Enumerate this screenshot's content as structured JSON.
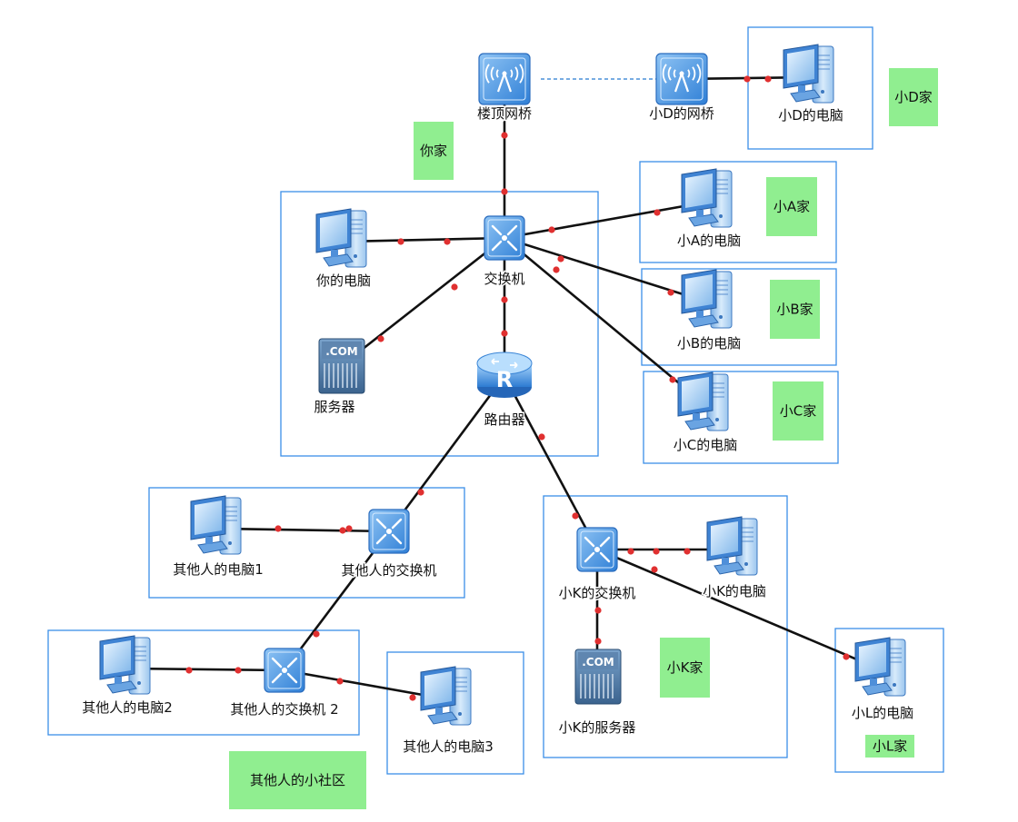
{
  "colors": {
    "box_border": "#3b8ee8",
    "tag_fill": "#90ee90",
    "link": "#111111",
    "dot": "#e03030",
    "wireless": "#4a90d9"
  },
  "nodes": [
    {
      "id": "bridge_top",
      "type": "bridge",
      "label": "楼顶网桥"
    },
    {
      "id": "bridge_d",
      "type": "bridge",
      "label": "小D的网桥"
    },
    {
      "id": "pc_d",
      "type": "pc",
      "label": "小D的电脑"
    },
    {
      "id": "switch_main",
      "type": "switch",
      "label": "交换机"
    },
    {
      "id": "pc_you",
      "type": "pc",
      "label": "你的电脑"
    },
    {
      "id": "server_main",
      "type": "server",
      "label": "服务器"
    },
    {
      "id": "router",
      "type": "router",
      "label": "路由器"
    },
    {
      "id": "pc_a",
      "type": "pc",
      "label": "小A的电脑"
    },
    {
      "id": "pc_b",
      "type": "pc",
      "label": "小B的电脑"
    },
    {
      "id": "pc_c",
      "type": "pc",
      "label": "小C的电脑"
    },
    {
      "id": "pc_o1",
      "type": "pc",
      "label": "其他人的电脑1"
    },
    {
      "id": "switch_o1",
      "type": "switch",
      "label": "其他人的交换机"
    },
    {
      "id": "pc_o2",
      "type": "pc",
      "label": "其他人的电脑2"
    },
    {
      "id": "switch_o2",
      "type": "switch",
      "label": "其他人的交换机 2"
    },
    {
      "id": "pc_o3",
      "type": "pc",
      "label": "其他人的电脑3"
    },
    {
      "id": "switch_k",
      "type": "switch",
      "label": "小K的交换机"
    },
    {
      "id": "pc_k",
      "type": "pc",
      "label": "小K的电脑"
    },
    {
      "id": "server_k",
      "type": "server",
      "label": "小K的服务器"
    },
    {
      "id": "pc_l",
      "type": "pc",
      "label": "小L的电脑"
    }
  ],
  "links": [
    {
      "from": "bridge_top",
      "to": "switch_main"
    },
    {
      "from": "bridge_d",
      "to": "pc_d"
    },
    {
      "from": "switch_main",
      "to": "pc_you"
    },
    {
      "from": "switch_main",
      "to": "server_main"
    },
    {
      "from": "switch_main",
      "to": "router"
    },
    {
      "from": "switch_main",
      "to": "pc_a"
    },
    {
      "from": "switch_main",
      "to": "pc_b"
    },
    {
      "from": "switch_main",
      "to": "pc_c"
    },
    {
      "from": "router",
      "to": "switch_o1"
    },
    {
      "from": "router",
      "to": "switch_k"
    },
    {
      "from": "switch_o1",
      "to": "pc_o1"
    },
    {
      "from": "switch_o1",
      "to": "switch_o2"
    },
    {
      "from": "switch_o2",
      "to": "pc_o2"
    },
    {
      "from": "switch_o2",
      "to": "pc_o3"
    },
    {
      "from": "switch_k",
      "to": "pc_k"
    },
    {
      "from": "switch_k",
      "to": "server_k"
    },
    {
      "from": "switch_k",
      "to": "pc_l"
    }
  ],
  "wireless_links": [
    {
      "from": "bridge_top",
      "to": "bridge_d"
    }
  ],
  "tags": [
    {
      "id": "tag_you",
      "text": "你家"
    },
    {
      "id": "tag_d",
      "text": "小D家"
    },
    {
      "id": "tag_a",
      "text": "小A家"
    },
    {
      "id": "tag_b",
      "text": "小B家"
    },
    {
      "id": "tag_c",
      "text": "小C家"
    },
    {
      "id": "tag_k",
      "text": "小K家"
    },
    {
      "id": "tag_l",
      "text": "小L家"
    },
    {
      "id": "tag_community",
      "text": "其他人的小社区"
    }
  ],
  "icons": {
    "pc": "desktop-computer-icon",
    "switch": "network-switch-icon",
    "router": "router-icon",
    "server": "server-icon",
    "bridge": "wireless-bridge-icon"
  }
}
